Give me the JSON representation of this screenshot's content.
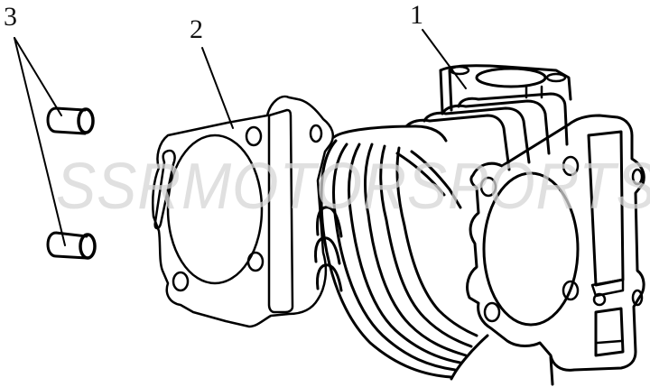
{
  "diagram": {
    "type": "exploded parts diagram",
    "subject": "engine cylinder assembly",
    "callouts": [
      {
        "number": "1",
        "part": "cylinder"
      },
      {
        "number": "2",
        "part": "cylinder base gasket"
      },
      {
        "number": "3",
        "part": "dowel pins (x2)"
      }
    ],
    "watermark": "SSRMOTORSPORTS",
    "colors": {
      "background": "#ffffff",
      "line": "#000000",
      "watermark": "#d6d6d6"
    }
  }
}
